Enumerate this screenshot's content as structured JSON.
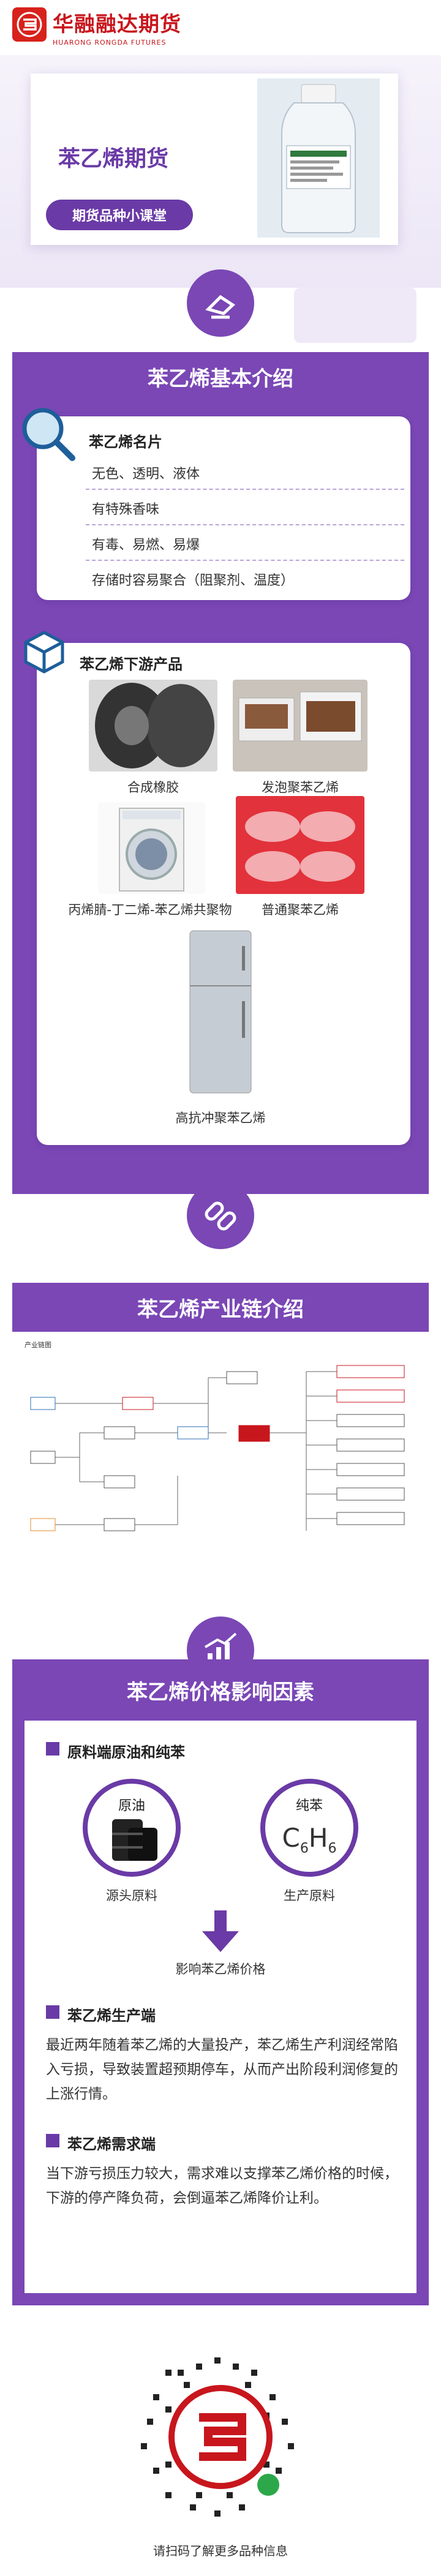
{
  "header": {
    "logo_cn": "华融融达期货",
    "logo_en": "HUARONG RONGDA FUTURES"
  },
  "hero": {
    "title": "苯乙烯期货",
    "pill": "期货品种小课堂"
  },
  "basic": {
    "section_title": "苯乙烯基本介绍",
    "card_title": "苯乙烯名片",
    "props": [
      "无色、透明、液体",
      "有特殊香味",
      "有毒、易燃、易爆",
      "存储时容易聚合（阻聚剂、温度）"
    ],
    "downstream_title": "苯乙烯下游产品",
    "products": [
      "合成橡胶",
      "发泡聚苯乙烯",
      "丙烯腈-丁二烯-苯乙烯共聚物",
      "普通聚苯乙烯",
      "高抗冲聚苯乙烯"
    ]
  },
  "chain": {
    "section_title": "苯乙烯产业链介绍",
    "diagram_label": "产业链图"
  },
  "price": {
    "section_title": "苯乙烯价格影响因素",
    "sub1": "原料端原油和纯苯",
    "oil_label": "原油",
    "benzene_label": "纯苯",
    "oil_caption": "源头原料",
    "benzene_caption": "生产原料",
    "formula_c": "C",
    "formula_6a": "6",
    "formula_h": "H",
    "formula_6b": "6",
    "arrow_caption": "影响苯乙烯价格",
    "sub2": "苯乙烯生产端",
    "para2": "最近两年随着苯乙烯的大量投产，苯乙烯生产利润经常陷入亏损，导致装置超预期停车，从而产出阶段利润修复的上涨行情。",
    "sub3": "苯乙烯需求端",
    "para3": "当下游亏损压力较大，需求难以支撑苯乙烯价格的时候，下游的停产降负荷，会倒逼苯乙烯降价让利。"
  },
  "footer": {
    "caption": "请扫码了解更多品种信息"
  },
  "colors": {
    "brand_red": "#c8161d",
    "purple": "#7a47b5"
  }
}
